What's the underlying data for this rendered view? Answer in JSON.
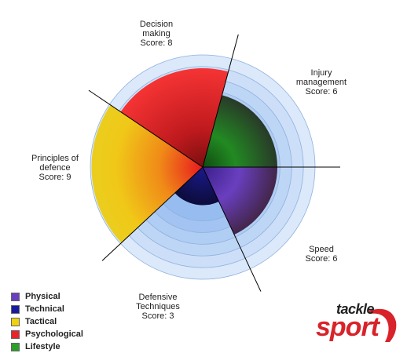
{
  "chart_data": {
    "type": "polar-area",
    "max_score": 10,
    "rings": 6,
    "segments": [
      {
        "line1": "Decision",
        "line2": "making",
        "score_text": "Score: 8",
        "score": 8,
        "color": "#e8232a"
      },
      {
        "line1": "Injury",
        "line2": "management",
        "score_text": "Score: 6",
        "score": 6,
        "color": "#2a9a2a"
      },
      {
        "line1": "Speed",
        "line2": "",
        "score_text": "Score: 6",
        "score": 6,
        "color": "#6a3fbf"
      },
      {
        "line1": "Defensive",
        "line2": "Techniques",
        "score_text": "Score: 3",
        "score": 3,
        "color": "#1a1a8c"
      },
      {
        "line1": "Principles of",
        "line2": "defence",
        "score_text": "Score: 9",
        "score": 9,
        "color": "#e0c81a"
      }
    ],
    "legend": [
      {
        "label": "Physical",
        "color": "#6a3fbf"
      },
      {
        "label": "Technical",
        "color": "#1a1aa0"
      },
      {
        "label": "Tactical",
        "color": "#f0d010"
      },
      {
        "label": "Psychological",
        "color": "#e8232a"
      },
      {
        "label": "Lifestyle",
        "color": "#2aa02a"
      }
    ]
  },
  "logo": {
    "top": "tackle",
    "bottom": "sport"
  }
}
